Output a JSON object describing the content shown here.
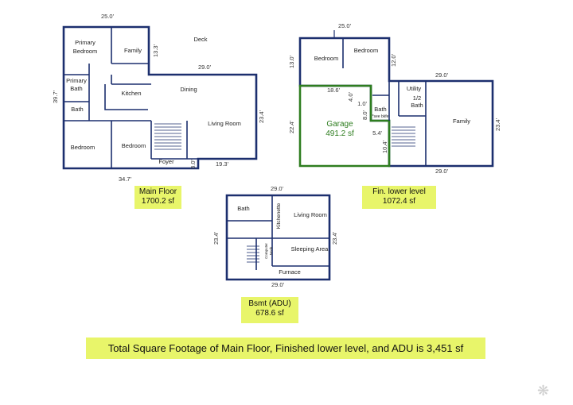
{
  "main_floor": {
    "label": "Main Floor",
    "area": "1700.2 sf",
    "rooms": {
      "primary_bedroom": [
        "Primary",
        "Bedroom"
      ],
      "family": "Family",
      "deck": "Deck",
      "primary_bath": [
        "Primary",
        "Bath"
      ],
      "bath": "Bath",
      "kitchen": "Kitchen",
      "dining": "Dining",
      "living_room": "Living Room",
      "bedroom_1": "Bedroom",
      "bedroom_2": "Bedroom",
      "foyer": "Foyer"
    },
    "dims": {
      "top_width": "25.0'",
      "family_height": "13.3'",
      "dining_width": "29.0'",
      "left_height": "39.7'",
      "right_height": "23.4'",
      "bottom_right": "19.3'",
      "foyer_height": "3.0'",
      "bottom_width": "34.7'"
    }
  },
  "lower_level": {
    "label": "Fin. lower level",
    "area": "1072.4 sf",
    "rooms": {
      "bedroom_1": "Bedroom",
      "bedroom_2": "Bedroom",
      "garage": "Garage",
      "garage_area": "491.2 sf",
      "bath": "Bath",
      "bath_note": "*see bkfe",
      "utility": "Utility",
      "half_bath": [
        "1/2",
        "Bath"
      ],
      "family": "Family"
    },
    "dims": {
      "top_width": "25.0'",
      "bed_height": "13.0'",
      "bed_right_height": "12.0'",
      "garage_width": "18.6'",
      "d_4": "4.0'",
      "d_1": "1.0'",
      "d_8": "8.0'",
      "d_5": "5.4'",
      "d_10": "10.4'",
      "garage_height": "22.4'",
      "family_width": "29.0'",
      "right_height": "23.4'",
      "bottom_width": "29.0'"
    }
  },
  "adu": {
    "label": "Bsmt (ADU)",
    "area": "678.6 sf",
    "rooms": {
      "bath": "Bath",
      "kitchenette": "Kitchenette",
      "living_room": "Living Room",
      "computer_nook": [
        "Computer",
        "Nook"
      ],
      "sleeping_area": "Sleeping Area",
      "furnace": "Furnace"
    },
    "dims": {
      "top_width": "29.0'",
      "left_height": "23.4'",
      "right_height": "23.4'",
      "bottom_width": "29.0'"
    }
  },
  "total_note": "Total Square Footage of Main Floor, Finished lower level, and ADU is 3,451 sf",
  "colors": {
    "walls": "#1c2f6e",
    "garage": "#2e7d1f",
    "highlight": "#e8f56a"
  }
}
